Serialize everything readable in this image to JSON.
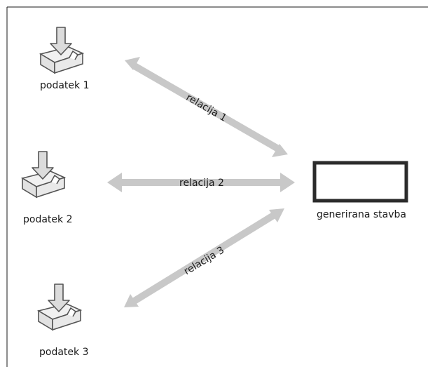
{
  "diagram": {
    "sources": [
      {
        "label": "podatek 1",
        "icon": "inbox-download-icon"
      },
      {
        "label": "podatek 2",
        "icon": "inbox-download-icon"
      },
      {
        "label": "podatek 3",
        "icon": "inbox-download-icon"
      }
    ],
    "target": {
      "label": "generirana stavba"
    },
    "relations": [
      {
        "label": "relacija 1",
        "from": "podatek 1",
        "to": "generirana stavba"
      },
      {
        "label": "relacija 2",
        "from": "podatek 2",
        "to": "generirana stavba"
      },
      {
        "label": "relacija 3",
        "from": "podatek 3",
        "to": "generirana stavba"
      }
    ]
  },
  "colors": {
    "arrow": "#c8c8c8",
    "icon_fill": "#e4e4e4",
    "icon_stroke": "#555555",
    "frame": "#1a1a1a",
    "target_border": "#2b2b2b"
  }
}
